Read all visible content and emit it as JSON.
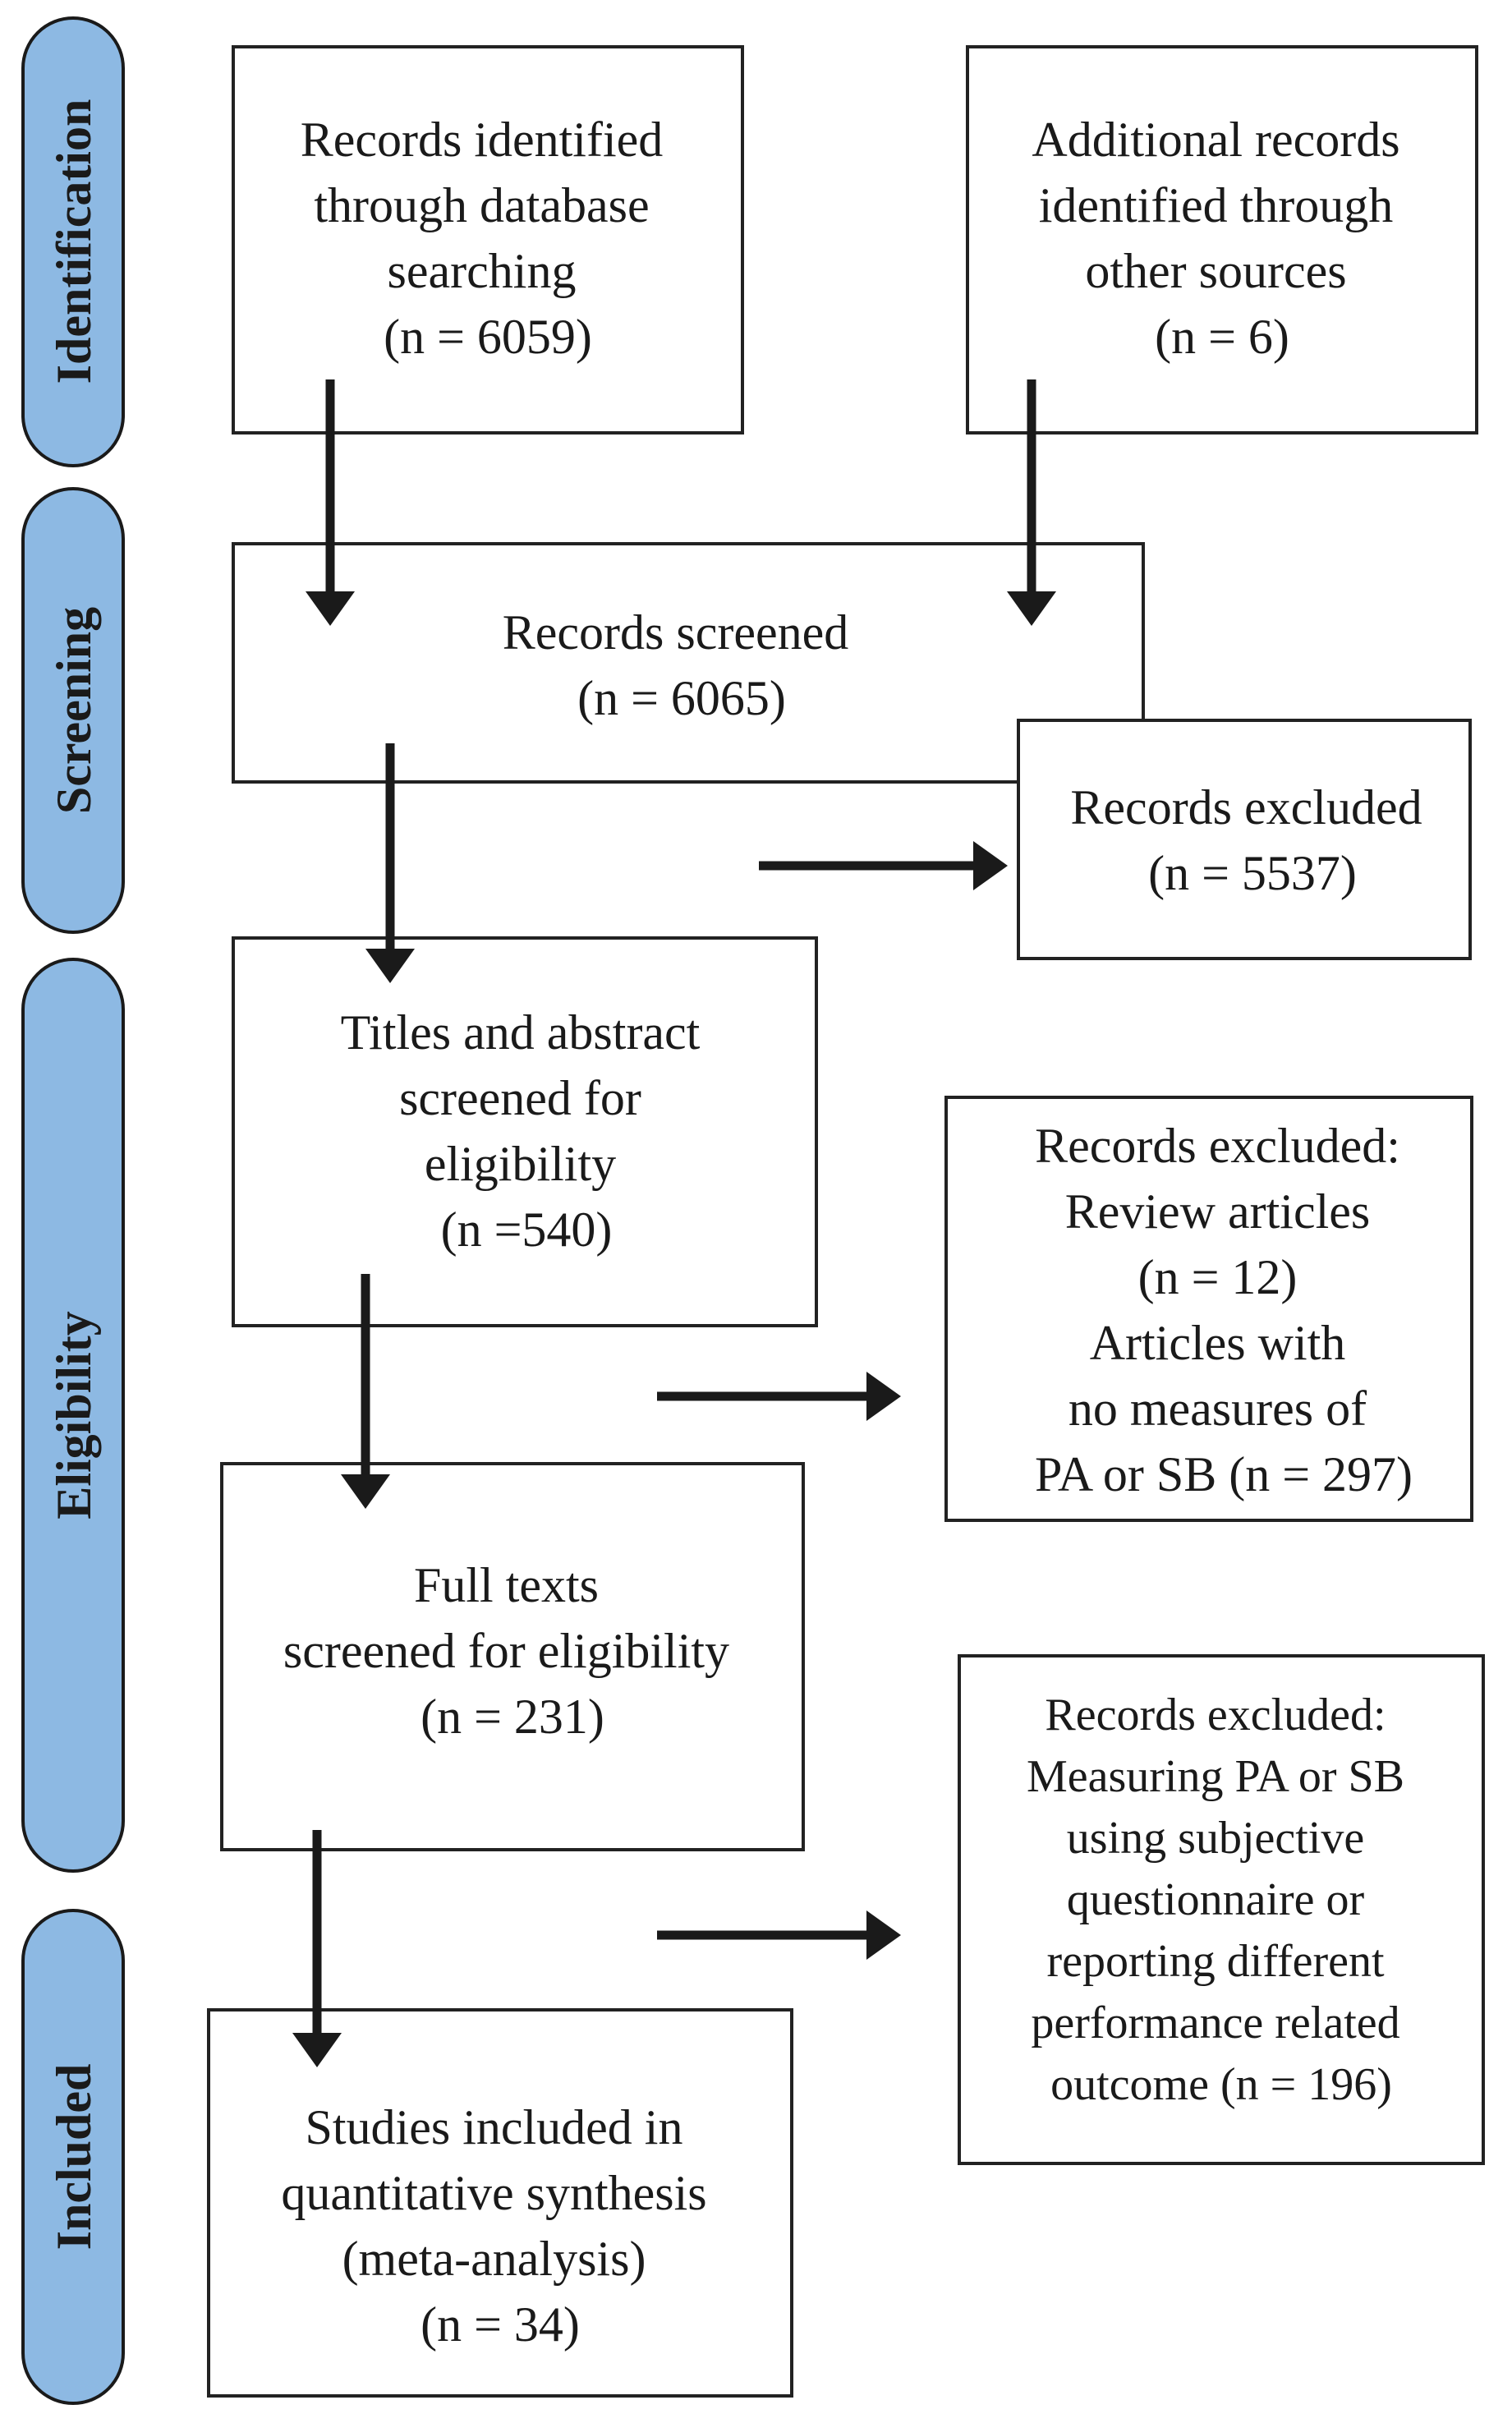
{
  "phases": {
    "identification": "Identification",
    "screening": "Screening",
    "eligibility": "Eligibility",
    "included": "Included"
  },
  "boxes": {
    "database": {
      "lines": [
        "Records identified",
        "through database",
        "searching",
        "(n = 6059)"
      ]
    },
    "other_sources": {
      "lines": [
        "Additional records",
        "identified through",
        "other sources",
        "(n = 6)"
      ]
    },
    "screened": {
      "lines": [
        "Records screened",
        "(n = 6065)"
      ]
    },
    "excluded_screening": {
      "lines": [
        "Records excluded",
        "(n = 5537)"
      ]
    },
    "titles_abstract": {
      "lines": [
        "Titles and abstract",
        "screened for",
        "eligibility",
        "(n =540)"
      ]
    },
    "excluded_eligibility": {
      "lines": [
        "Records excluded:",
        "Review articles",
        "(n = 12)",
        "Articles with",
        "no measures of",
        "PA or SB (n = 297)"
      ]
    },
    "full_texts": {
      "lines": [
        "Full texts",
        "screened for eligibility",
        "(n = 231)"
      ]
    },
    "excluded_fulltext": {
      "lines": [
        "Records excluded:",
        "Measuring PA or SB",
        "using subjective",
        "questionnaire or",
        "reporting different",
        "performance related",
        "outcome (n = 196)"
      ]
    },
    "included": {
      "lines": [
        "Studies included in",
        "quantitative synthesis",
        "(meta-analysis)",
        "(n = 34)"
      ]
    }
  },
  "colors": {
    "phase_fill": "#8db9e3",
    "stroke": "#1a1a1a"
  }
}
